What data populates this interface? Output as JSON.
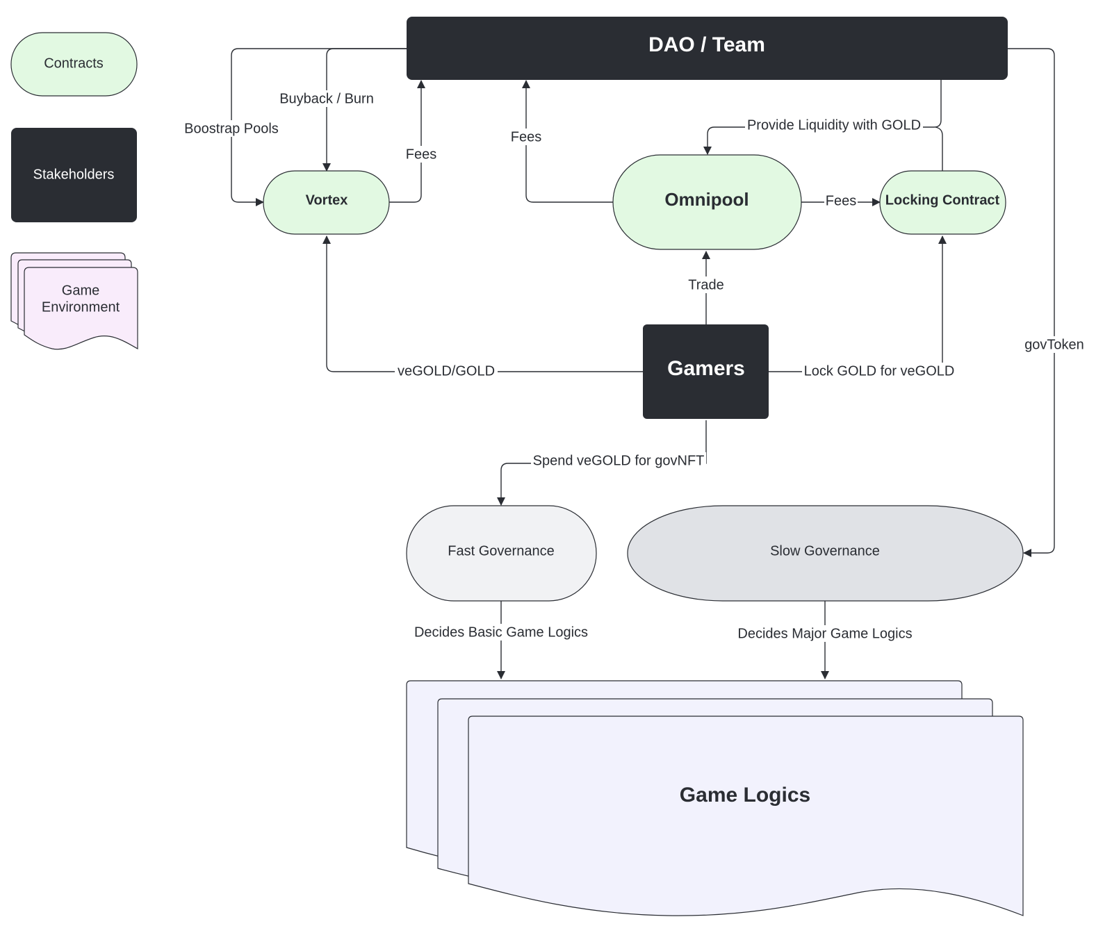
{
  "legend": {
    "contracts": "Contracts",
    "stakeholders": "Stakeholders",
    "game_environment_line1": "Game",
    "game_environment_line2": "Environment"
  },
  "nodes": {
    "dao_team": "DAO / Team",
    "vortex": "Vortex",
    "omnipool": "Omnipool",
    "locking_contract": "Locking Contract",
    "gamers": "Gamers",
    "fast_governance": "Fast Governance",
    "slow_governance": "Slow Governance",
    "game_logics": "Game Logics"
  },
  "edges": {
    "boostrap_pools": "Boostrap Pools",
    "buyback_burn": "Buyback / Burn",
    "fees_vortex": "Fees",
    "fees_omnipool_dao": "Fees",
    "provide_liquidity": "Provide Liquidity with GOLD",
    "fees_omnipool_locking": "Fees",
    "trade": "Trade",
    "vegold_gold": "veGOLD/GOLD",
    "lock_gold": "Lock GOLD for veGOLD",
    "spend_vegold": "Spend veGOLD for govNFT",
    "gov_token": "govToken",
    "decides_basic": "Decides Basic Game Logics",
    "decides_major": "Decides Major Game Logics"
  },
  "colors": {
    "contract_fill": "#e2f9e2",
    "stakeholder_fill": "#2a2d33",
    "game_env_fill": "#f9ecfb",
    "fast_gov_fill": "#f1f2f4",
    "slow_gov_fill": "#e0e2e6",
    "game_logics_fill": "#f2f2fd",
    "line": "#2a2d33"
  }
}
